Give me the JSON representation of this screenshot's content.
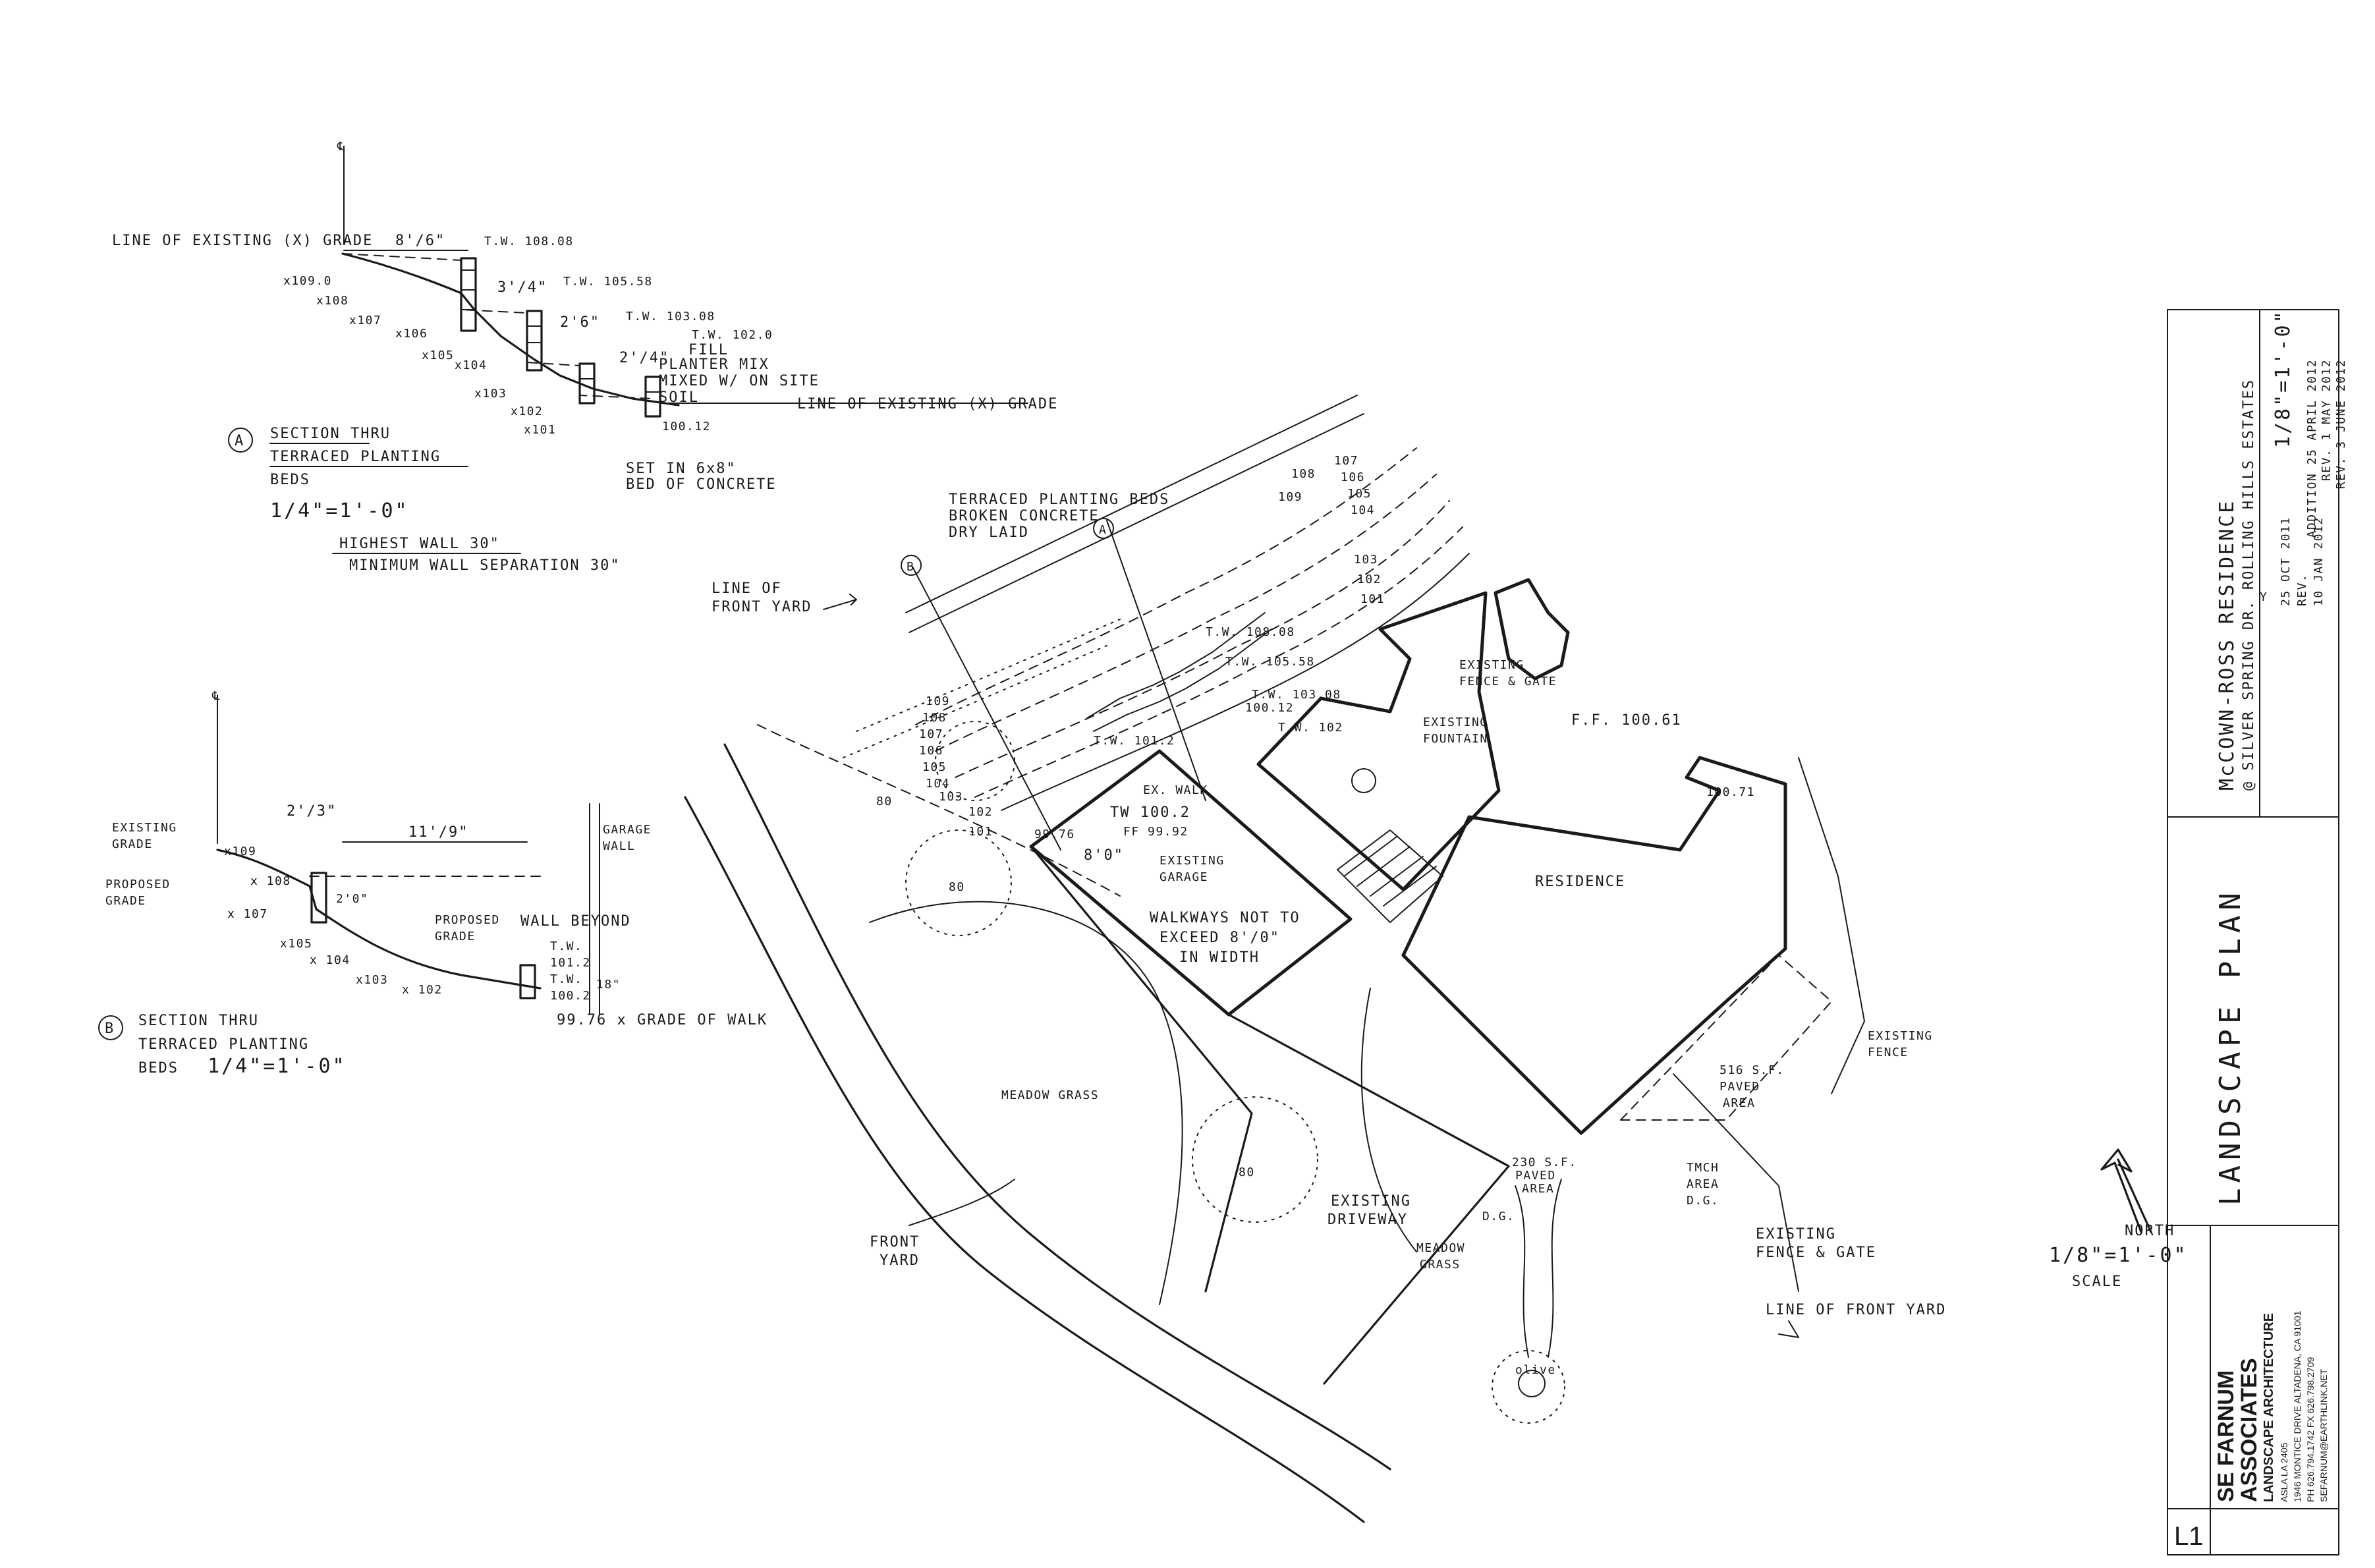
{
  "section_a": {
    "cl": "℄",
    "existing_grade": "LINE OF EXISTING (X) GRADE",
    "dim_top": "8'/6\"",
    "tw1": "T.W. 108.08",
    "tw2": "T.W. 105.58",
    "tw3": "T.W. 103.08",
    "tw4": "T.W. 102.0",
    "dim_34": "3'/4\"",
    "dim_26": "2'6\"",
    "dim_24": "2'/4\"",
    "fill": "FILL",
    "planter1": "PLANTER MIX",
    "planter2": "MIXED W/ ON SITE",
    "planter3": "SOIL",
    "existing_grade_r": "LINE OF EXISTING (X) GRADE",
    "g109": "x109.0",
    "g108": "x108",
    "g107": "x107",
    "g106": "x106",
    "g105": "x105",
    "g104": "x104",
    "g103": "x103",
    "g102": "x102",
    "g101": "x101",
    "g100": "100.12",
    "set_in1": "SET IN 6x8\"",
    "set_in2": "BED OF CONCRETE",
    "badge": "A",
    "title1": "SECTION THRU",
    "title2": "TERRACED PLANTING",
    "title3": "BEDS",
    "scale": "1/4\"=1'-0\"",
    "note1": "HIGHEST WALL 30\"",
    "note2": "MINIMUM WALL SEPARATION 30\""
  },
  "section_b": {
    "cl": "℄",
    "existing_grade1": "EXISTING",
    "existing_grade2": "GRADE",
    "proposed1": "PROPOSED",
    "proposed2": "GRADE",
    "dim_23": "2'/3\"",
    "dim_119": "11'/9\"",
    "garage1": "GARAGE",
    "garage2": "WALL",
    "g109": "x109",
    "g108": "x 108",
    "g107": "x 107",
    "g105": "x105",
    "g104": "x 104",
    "g103": "x103",
    "g102": "x 102",
    "dim_20": "2'0\"",
    "proposed_grade1": "PROPOSED",
    "proposed_grade2": "GRADE",
    "wall_beyond": "WALL BEYOND",
    "tw1": "T.W.",
    "tw1v": "101.2",
    "tw2": "T.W.",
    "tw2v": "100.2",
    "dim_18": "18\"",
    "walk": "99.76 x GRADE OF WALK",
    "badge": "B",
    "title1": "SECTION THRU",
    "title2": "TERRACED PLANTING",
    "title3": "BEDS",
    "scale": "1/4\"=1'-0\""
  },
  "plan": {
    "terraced1": "TERRACED PLANTING BEDS",
    "terraced2": "BROKEN CONCRETE",
    "terraced3": "DRY LAID",
    "front_line1": "LINE OF",
    "front_line2": "FRONT YARD",
    "tw10808": "T.W. 108.08",
    "tw10558": "T.W. 105.58",
    "tw103": "T.W. 103.08",
    "tw102": "T.W. 102",
    "tw101": "T.W. 101.2",
    "tw1002": "TW 100.2",
    "ff9992": "FF 99.92",
    "c107": "107",
    "c106": "106",
    "c105": "105",
    "c104": "104",
    "c103": "103",
    "c102": "102",
    "c101": "101",
    "c108": "108",
    "c109": "109",
    "l109": "109",
    "l108": "108",
    "l107": "107",
    "l106": "106",
    "l105": "105",
    "l104": "104",
    "l103": "103",
    "l102": "102",
    "l101": "101",
    "v10012": "100.12",
    "v10071": "100.71",
    "v9976": "99.76",
    "ex_walk": "EX. WALK",
    "dim_80": "8'0\"",
    "ex_garage1": "EXISTING",
    "ex_garage2": "GARAGE",
    "walkways1": "WALKWAYS NOT TO",
    "walkways2": "EXCEED 8'/0\"",
    "walkways3": "IN WIDTH",
    "ex_fence_gate1": "EXISTING",
    "ex_fence_gate2": "FENCE & GATE",
    "ex_fountain1": "EXISTING",
    "ex_fountain2": "FOUNTAIN",
    "ff10061": "F.F. 100.61",
    "residence": "RESIDENCE",
    "ex_fence1": "EXISTING",
    "ex_fence2": "FENCE",
    "paved516a": "516 S.F.",
    "paved516b": "PAVED",
    "paved516c": "AREA",
    "paved230a": "230 S.F.",
    "paved230b": "PAVED",
    "paved230c": "AREA",
    "tmch1": "TMCH",
    "tmch2": "AREA",
    "tmch3": "D.G.",
    "dg": "D.G.",
    "ex_fence_gate3": "EXISTING",
    "ex_fence_gate4": "FENCE & GATE",
    "line_front": "LINE OF FRONT YARD",
    "meadow1": "MEADOW GRASS",
    "meadow2a": "MEADOW",
    "meadow2b": "GRASS",
    "ex_drive1": "EXISTING",
    "ex_drive2": "DRIVEWAY",
    "front_yard1": "FRONT",
    "front_yard2": "YARD",
    "olive": "olive",
    "tree80a": "80",
    "tree80b": "80",
    "tree80c": "80",
    "badgeA": "A",
    "badgeB": "B",
    "y_mark": "Y"
  },
  "north": {
    "label": "NORTH",
    "scale": "1/8\"=1'-0\"",
    "scale_word": "SCALE"
  },
  "title_block": {
    "revisions": [
      "ADDITION 25 APRIL 2012",
      "REV. 1 MAY 2012",
      "REV. 3 JUNE 2012"
    ],
    "scale": "1/8\"=1'-0\"",
    "dates": [
      "25 OCT 2011",
      "REV.",
      "10 JAN 2012"
    ],
    "project1": "McCOWN-ROSS RESIDENCE",
    "project2": "@ SILVER SPRING DR. ROLLING HILLS ESTATES",
    "sheet_title": "LANDSCAPE PLAN",
    "firm1": "SE FARNUM",
    "firm2": "ASSOCIATES",
    "firm3": "LANDSCAPE ARCHITECTURE",
    "firm4": "ASLA   LA 2405",
    "firm5": "1946 MONTICE DRIVE  ALTADENA, CA 91001",
    "firm6": "PH 626.794.1742  FX 626.798.2709",
    "firm7": "SEFARNUM@EARTHLINK.NET",
    "sheet_no": "L1"
  }
}
